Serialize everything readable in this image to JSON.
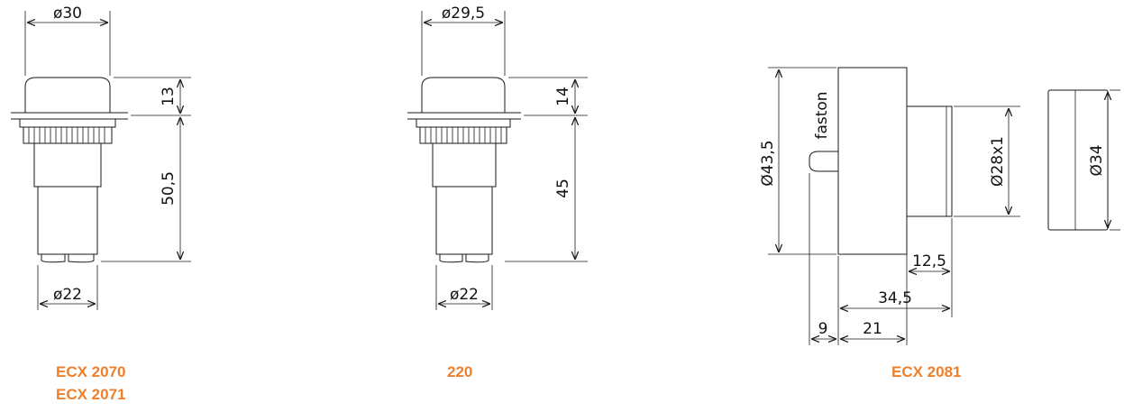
{
  "colors": {
    "caption": "#ee7f2d",
    "line": "#1a1a1a"
  },
  "parts": [
    {
      "captions": [
        "ECX 2070",
        "ECX 2071"
      ],
      "dims": {
        "top_diameter": "ø30",
        "cap_height": "13",
        "body_height": "50,5",
        "base_diameter": "ø22"
      }
    },
    {
      "captions": [
        "220"
      ],
      "dims": {
        "top_diameter": "ø29,5",
        "cap_height": "14",
        "body_height": "45",
        "base_diameter": "ø22"
      }
    },
    {
      "captions": [
        "ECX 2081"
      ],
      "dims": {
        "terminal_label": "faston",
        "outer_diameter": "Ø43,5",
        "boss_diameter": "Ø28x1",
        "cap_diameter": "Ø34",
        "boss_length": "12,5",
        "total_length": "34,5",
        "terminal_offset": "9",
        "body_length": "21"
      }
    }
  ]
}
